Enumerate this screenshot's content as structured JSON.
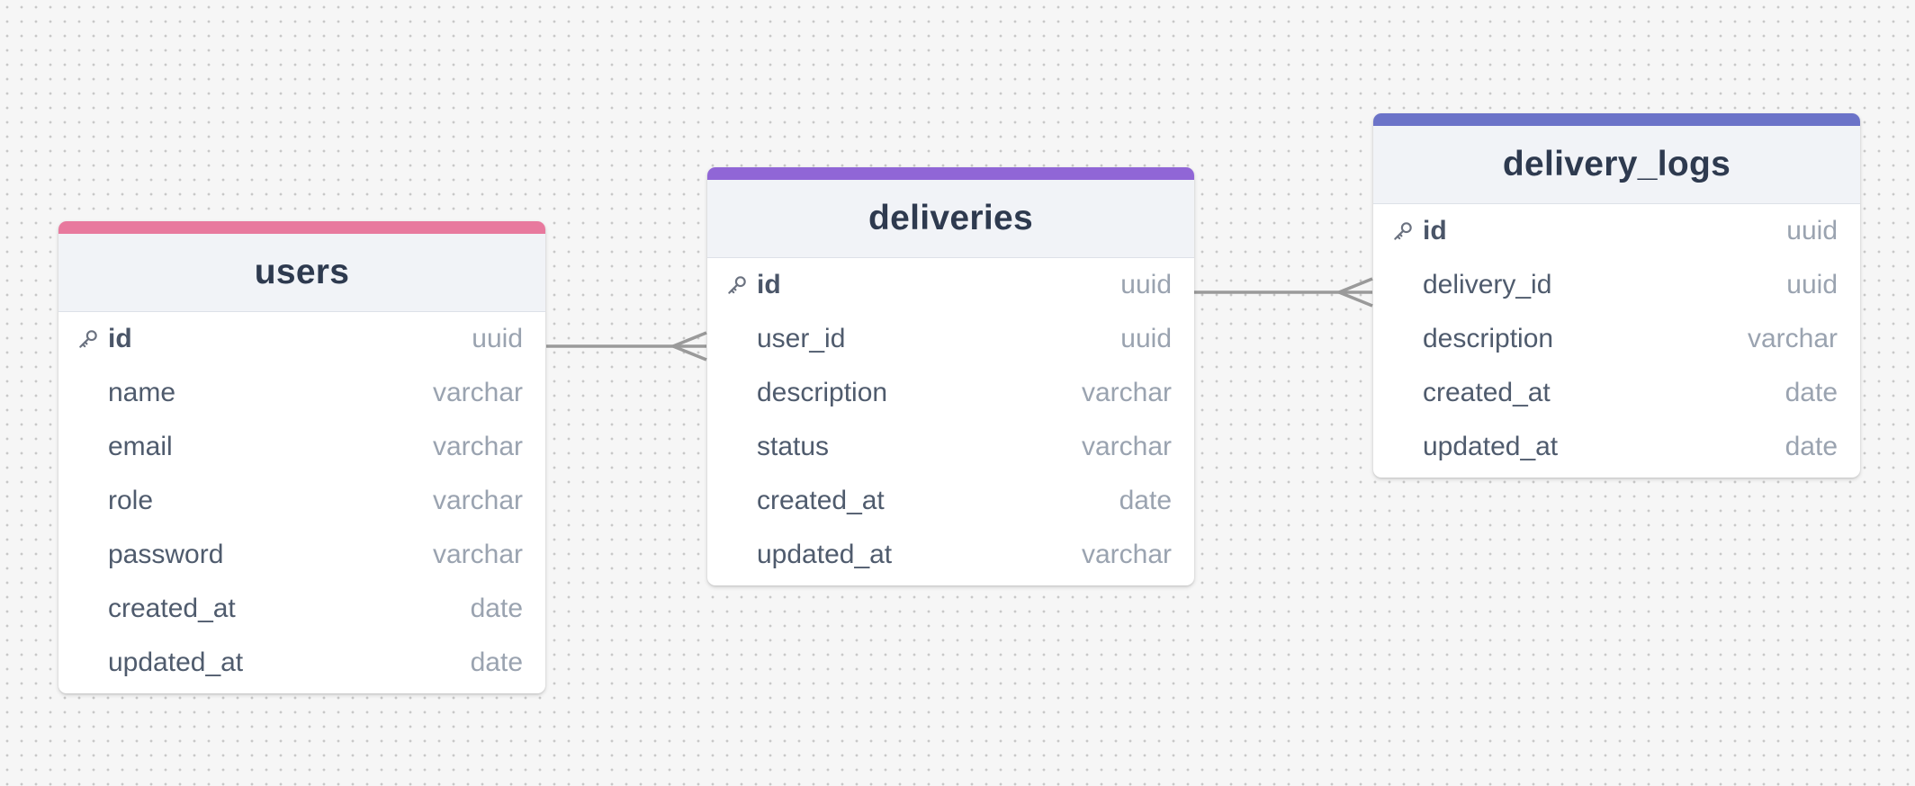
{
  "colors": {
    "users_accent": "#e8799e",
    "deliveries_accent": "#9066d6",
    "delivery_logs_accent": "#6b73c8",
    "connector": "#9a9a9a"
  },
  "icons": {
    "primary_key": "key-icon"
  },
  "tables": {
    "users": {
      "name": "users",
      "columns": [
        {
          "field": "id",
          "type": "uuid",
          "pk": true
        },
        {
          "field": "name",
          "type": "varchar",
          "pk": false
        },
        {
          "field": "email",
          "type": "varchar",
          "pk": false
        },
        {
          "field": "role",
          "type": "varchar",
          "pk": false
        },
        {
          "field": "password",
          "type": "varchar",
          "pk": false
        },
        {
          "field": "created_at",
          "type": "date",
          "pk": false
        },
        {
          "field": "updated_at",
          "type": "date",
          "pk": false
        }
      ]
    },
    "deliveries": {
      "name": "deliveries",
      "columns": [
        {
          "field": "id",
          "type": "uuid",
          "pk": true
        },
        {
          "field": "user_id",
          "type": "uuid",
          "pk": false
        },
        {
          "field": "description",
          "type": "varchar",
          "pk": false
        },
        {
          "field": "status",
          "type": "varchar",
          "pk": false
        },
        {
          "field": "created_at",
          "type": "date",
          "pk": false
        },
        {
          "field": "updated_at",
          "type": "varchar",
          "pk": false
        }
      ]
    },
    "delivery_logs": {
      "name": "delivery_logs",
      "columns": [
        {
          "field": "id",
          "type": "uuid",
          "pk": true
        },
        {
          "field": "delivery_id",
          "type": "uuid",
          "pk": false
        },
        {
          "field": "description",
          "type": "varchar",
          "pk": false
        },
        {
          "field": "created_at",
          "type": "date",
          "pk": false
        },
        {
          "field": "updated_at",
          "type": "date",
          "pk": false
        }
      ]
    }
  },
  "relationships": [
    {
      "from": "users.id",
      "to": "deliveries.user_id",
      "cardinality": "one-to-many"
    },
    {
      "from": "deliveries.id",
      "to": "delivery_logs.delivery_id",
      "cardinality": "one-to-many"
    }
  ]
}
